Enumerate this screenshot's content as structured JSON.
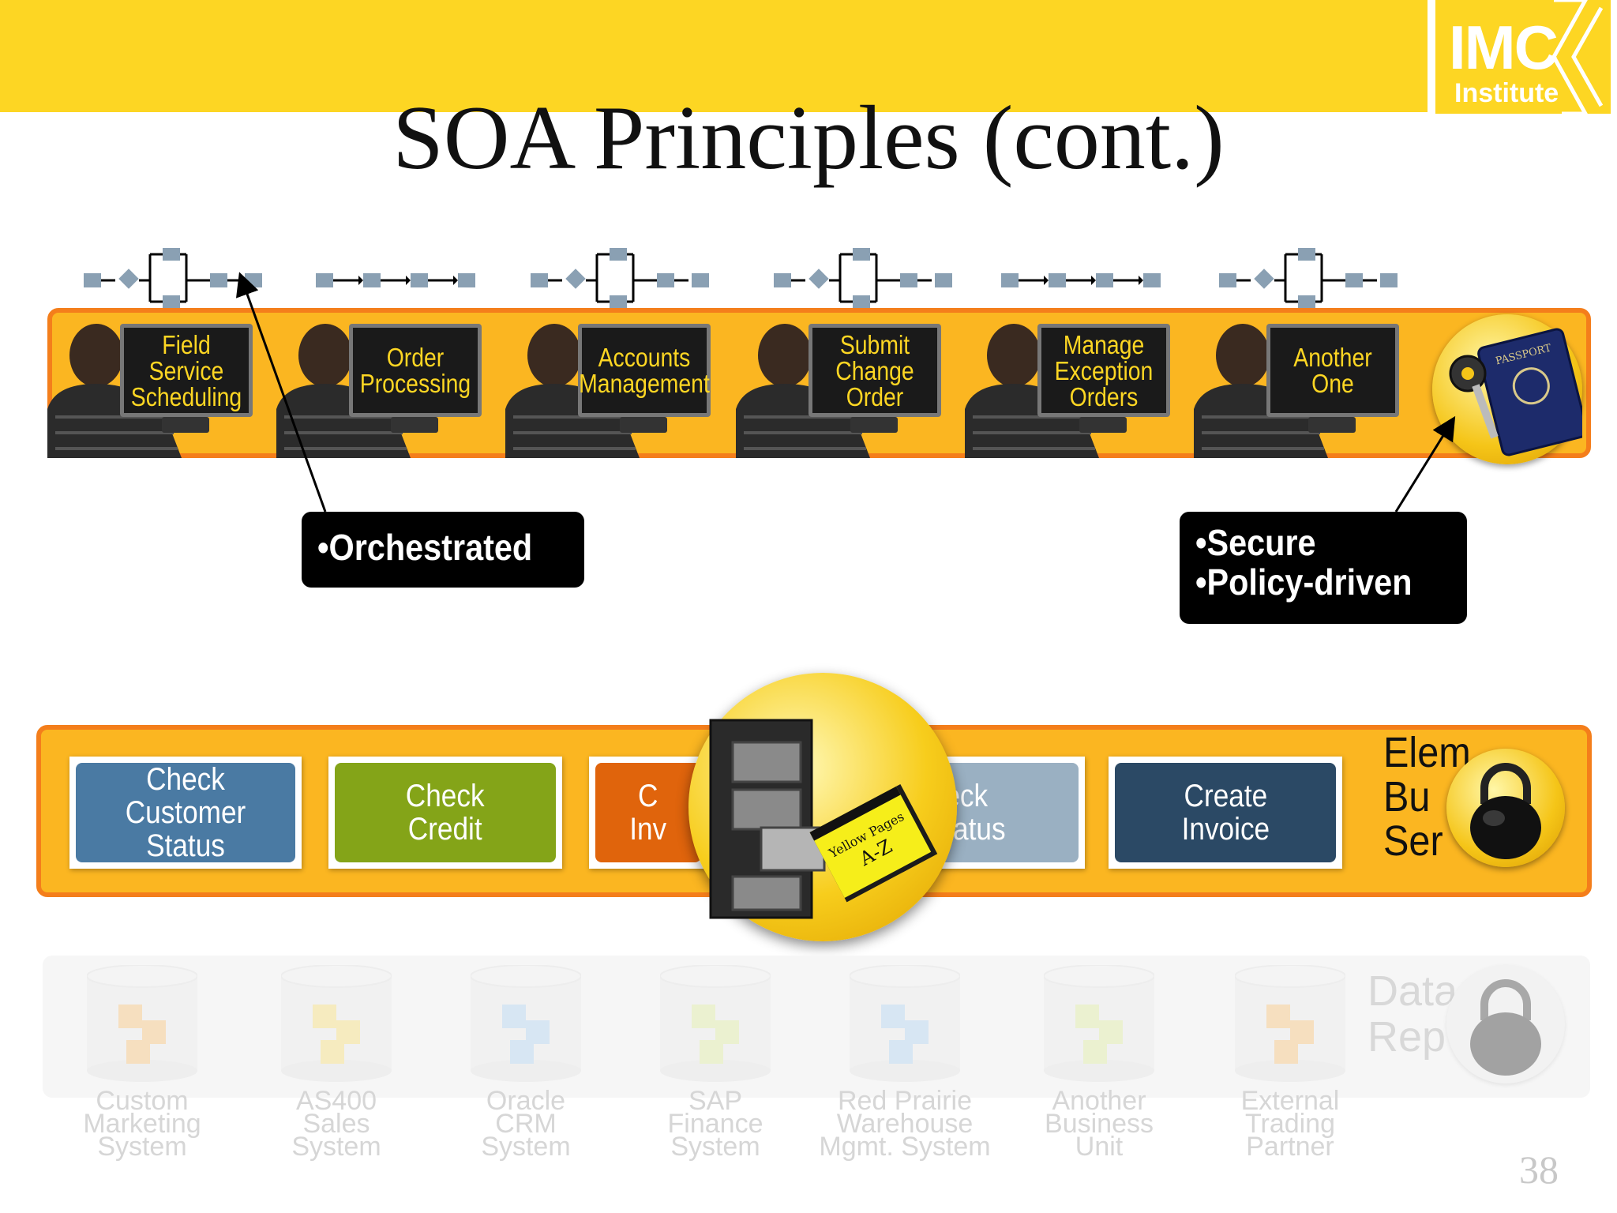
{
  "header": {
    "title": "SOA Principles (cont.)",
    "logo": {
      "main": "IMC",
      "sub": "Institute"
    },
    "bar_color": "#fdd623"
  },
  "processes": [
    {
      "label": "Field\nService\nScheduling",
      "flow": "branch"
    },
    {
      "label": "Order\nProcessing",
      "flow": "linear"
    },
    {
      "label": "Accounts\nManagement",
      "flow": "branch"
    },
    {
      "label": "Submit\nChange\nOrder",
      "flow": "branch"
    },
    {
      "label": "Manage\nException\nOrders",
      "flow": "linear"
    },
    {
      "label": "Another\nOne",
      "flow": "branch"
    }
  ],
  "callouts": {
    "orchestrated": "•Orchestrated",
    "secure": "•Secure",
    "policy": "•Policy-driven"
  },
  "passport_text": "PASSPORT",
  "services": [
    {
      "label": "Check\nCustomer Status",
      "color": "#4a7aa3"
    },
    {
      "label": "Check\nCredit",
      "color": "#84a418"
    },
    {
      "label": "C\nInv",
      "color": "#e0640c"
    },
    {
      "label": "eck\nStatus",
      "color": "#9ab0c2"
    },
    {
      "label": "Create\nInvoice",
      "color": "#2b4965"
    }
  ],
  "elemental": {
    "line1": "Elem",
    "line2": "Bu",
    "line3": "Ser"
  },
  "yellow_pages": {
    "line1": "Yellow Pages",
    "line2": "A-Z"
  },
  "systems": [
    {
      "label": "Custom\nMarketing\nSystem",
      "color": "#f6b65a"
    },
    {
      "label": "AS400\nSales\nSystem",
      "color": "#f7d85a"
    },
    {
      "label": "Oracle\nCRM\nSystem",
      "color": "#9ec9ef"
    },
    {
      "label": "SAP\nFinance\nSystem",
      "color": "#d9e98a"
    },
    {
      "label": "Red Prairie\nWarehouse\nMgmt. System",
      "color": "#9ec9ef"
    },
    {
      "label": "Another\nBusiness\nUnit",
      "color": "#d9e98a"
    },
    {
      "label": "External\nTrading\nPartner",
      "color": "#f6b65a"
    }
  ],
  "data_rep": {
    "line1": "Data",
    "line2": "Rep"
  },
  "page_number": "38"
}
